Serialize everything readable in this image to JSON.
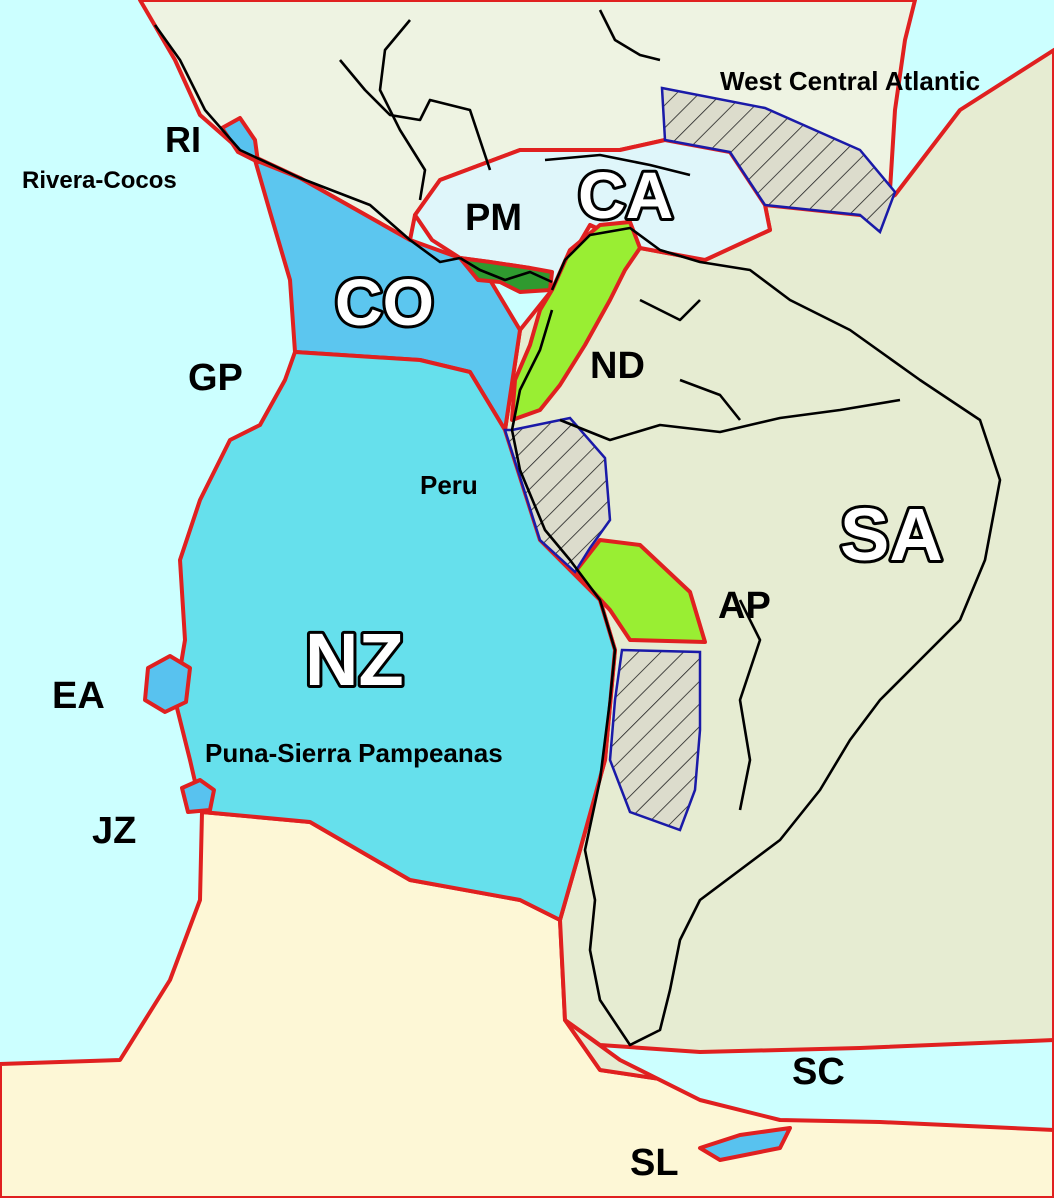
{
  "colors": {
    "ocean": "#ccffff",
    "north_america": "#eef3e2",
    "south_america": "#e6ecd2",
    "antarctic": "#fdf7d6",
    "caribbean": "#dff6fa",
    "cocos": "#5cc6ef",
    "nazca": "#66e0ec",
    "small_plate": "#58c2ef",
    "north_andes": "#99ee33",
    "panama": "#2f9a2f",
    "plate_boundary": "#e02020",
    "flat_slab_outline": "#1a1aa8"
  },
  "labels": {
    "ri": "RI",
    "rivera_cocos": "Rivera-Cocos",
    "co": "CO",
    "gp": "GP",
    "pm": "PM",
    "ca": "CA",
    "west_central_atlantic": "West Central Atlantic",
    "nd": "ND",
    "peru": "Peru",
    "sa": "SA",
    "ap": "AP",
    "nz": "NZ",
    "ea": "EA",
    "puna_sierra_pampeanas": "Puna-Sierra Pampeanas",
    "jz": "JZ",
    "sc": "SC",
    "sl": "SL"
  }
}
